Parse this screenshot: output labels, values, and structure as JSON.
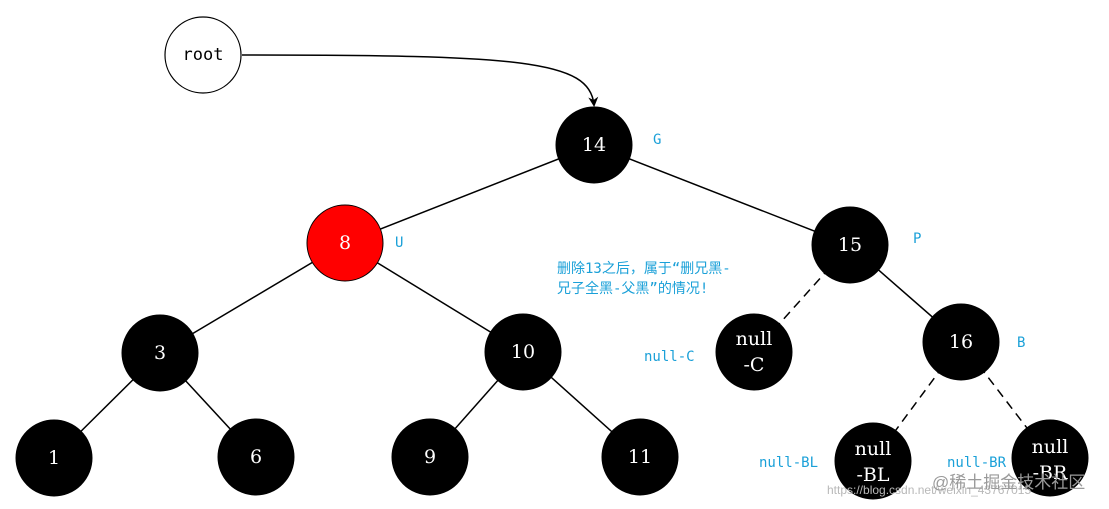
{
  "colors": {
    "black": "#000000",
    "red": "#ff0000",
    "white": "#ffffff",
    "annotation": "#1aa0d8"
  },
  "root": {
    "label": "root"
  },
  "nodes": {
    "n14": {
      "label": "14",
      "color": "black"
    },
    "n8": {
      "label": "8",
      "color": "red"
    },
    "n15": {
      "label": "15",
      "color": "black"
    },
    "n3": {
      "label": "3",
      "color": "black"
    },
    "n10": {
      "label": "10",
      "color": "black"
    },
    "nullC": {
      "line1": "null",
      "line2": "-C",
      "color": "black"
    },
    "n16": {
      "label": "16",
      "color": "black"
    },
    "n1": {
      "label": "1",
      "color": "black"
    },
    "n6": {
      "label": "6",
      "color": "black"
    },
    "n9": {
      "label": "9",
      "color": "black"
    },
    "n11": {
      "label": "11",
      "color": "black"
    },
    "nullBL": {
      "line1": "null",
      "line2": "-BL",
      "color": "black"
    },
    "nullBR": {
      "line1": "null",
      "line2": "-BR",
      "color": "black"
    }
  },
  "tags": {
    "G": "G",
    "U": "U",
    "P": "P",
    "B": "B",
    "nullC": "null-C",
    "nullBL": "null-BL",
    "nullBR": "null-BR"
  },
  "note": {
    "line1": "删除13之后，属于“删兄黑-",
    "line2": "兄子全黑-父黑”的情况!"
  },
  "watermark": {
    "url": "https://blog.csdn.net/weixin_43767015",
    "logo": "@稀土掘金技术社区"
  }
}
